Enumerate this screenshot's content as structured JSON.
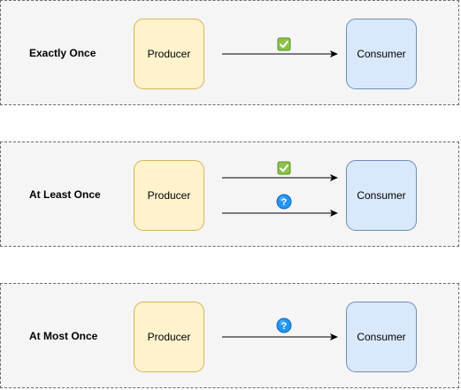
{
  "rows": [
    {
      "label": "Exactly Once",
      "producer": "Producer",
      "consumer": "Consumer",
      "messages": [
        {
          "status": "check-icon"
        }
      ]
    },
    {
      "label": "At Least Once",
      "producer": "Producer",
      "consumer": "Consumer",
      "messages": [
        {
          "status": "check-icon"
        },
        {
          "status": "question-icon"
        }
      ]
    },
    {
      "label": "At Most Once",
      "producer": "Producer",
      "consumer": "Consumer",
      "messages": [
        {
          "status": "question-icon"
        }
      ]
    }
  ],
  "colors": {
    "panel_fill": "#f5f5f5",
    "panel_border": "#6b6b6b",
    "producer_fill": "#fff2cc",
    "producer_border": "#d6b656",
    "consumer_fill": "#dae8fc",
    "consumer_border": "#6c8ebf",
    "check_icon": "#7cb342",
    "question_icon": "#1e88e5"
  }
}
